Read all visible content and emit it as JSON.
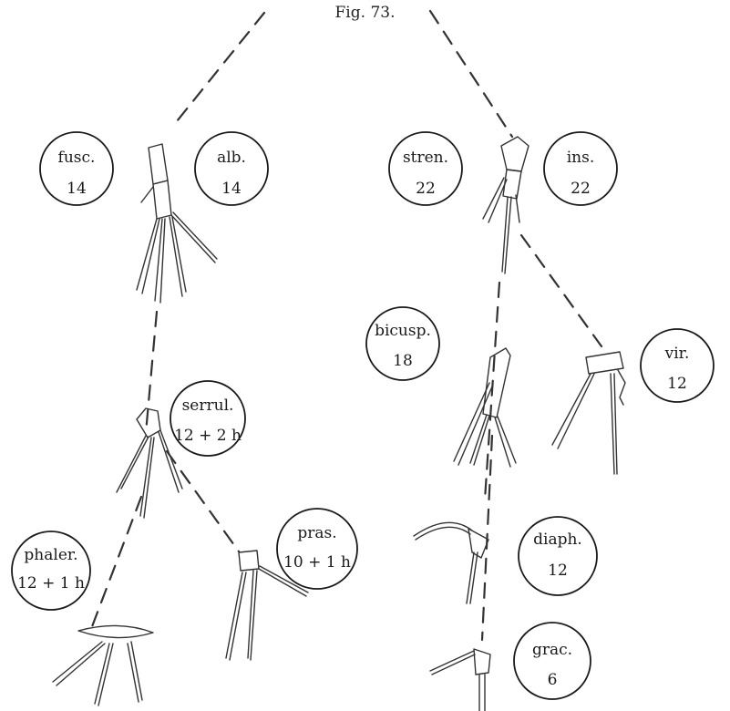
{
  "figure": {
    "title": "Fig. 73."
  },
  "nodes": [
    {
      "id": "fusc",
      "name": "fusc.",
      "value": "14"
    },
    {
      "id": "alb",
      "name": "alb.",
      "value": "14"
    },
    {
      "id": "stren",
      "name": "stren.",
      "value": "22"
    },
    {
      "id": "ins",
      "name": "ins.",
      "value": "22"
    },
    {
      "id": "serrul",
      "name": "serrul.",
      "value": "12 + 2 h"
    },
    {
      "id": "bicusp",
      "name": "bicusp.",
      "value": "18"
    },
    {
      "id": "vir",
      "name": "vir.",
      "value": "12"
    },
    {
      "id": "phaler",
      "name": "phaler.",
      "value": "12 + 1 h"
    },
    {
      "id": "pras",
      "name": "pras.",
      "value": "10 + 1 h"
    },
    {
      "id": "diaph",
      "name": "diaph.",
      "value": "12"
    },
    {
      "id": "grac",
      "name": "grac.",
      "value": "6"
    }
  ]
}
